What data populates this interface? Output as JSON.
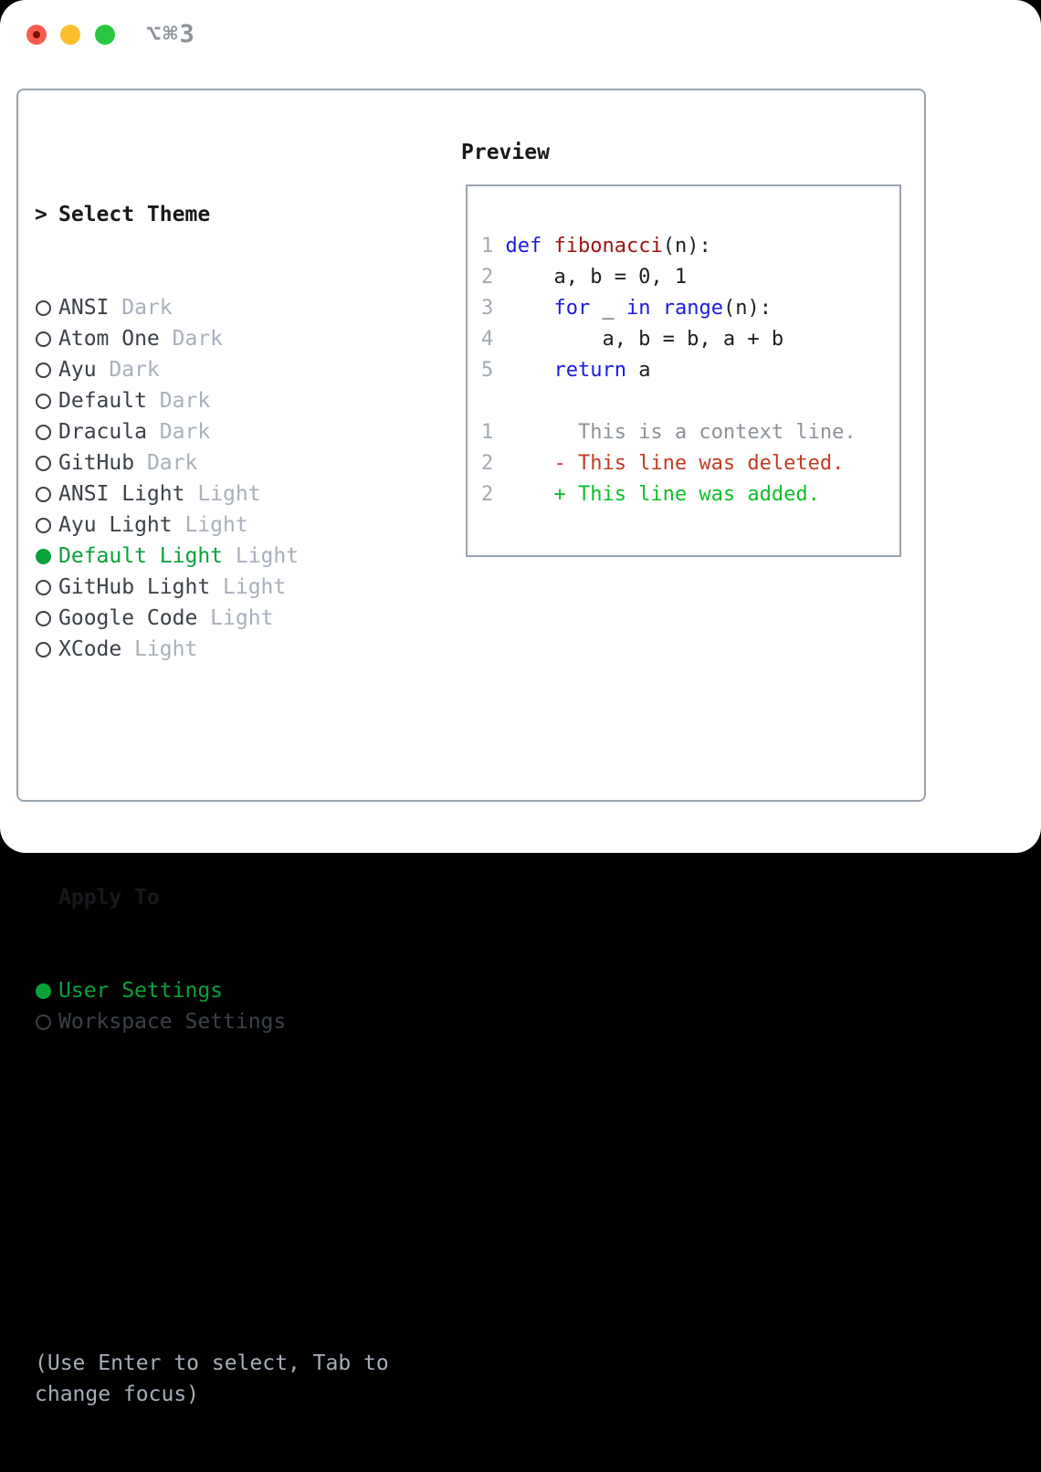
{
  "titlebar": {
    "shortcut_label": "⌥⌘3",
    "traffic_lights": [
      {
        "name": "close-button",
        "color": "#f95b51"
      },
      {
        "name": "minimize-button",
        "color": "#fdbe2e"
      },
      {
        "name": "zoom-button",
        "color": "#2bc63f"
      }
    ]
  },
  "colors": {
    "selection_green": "#09a23b",
    "diff_added_green": "#10be28",
    "diff_deleted_red": "#c23b22",
    "keyword_blue": "#1b1be0",
    "function_dark_red": "#a31414",
    "muted_gray": "#a7b0bb",
    "border_gray": "#99a3ad"
  },
  "theme_menu": {
    "header_prefix": ">",
    "header": "Select Theme",
    "items": [
      {
        "label": "ANSI",
        "variant": "Dark",
        "selected": false
      },
      {
        "label": "Atom One",
        "variant": "Dark",
        "selected": false
      },
      {
        "label": "Ayu",
        "variant": "Dark",
        "selected": false
      },
      {
        "label": "Default",
        "variant": "Dark",
        "selected": false
      },
      {
        "label": "Dracula",
        "variant": "Dark",
        "selected": false
      },
      {
        "label": "GitHub",
        "variant": "Dark",
        "selected": false
      },
      {
        "label": "ANSI Light",
        "variant": "Light",
        "selected": false
      },
      {
        "label": "Ayu Light",
        "variant": "Light",
        "selected": false
      },
      {
        "label": "Default Light",
        "variant": "Light",
        "selected": true
      },
      {
        "label": "GitHub Light",
        "variant": "Light",
        "selected": false
      },
      {
        "label": "Google Code",
        "variant": "Light",
        "selected": false
      },
      {
        "label": "XCode",
        "variant": "Light",
        "selected": false
      }
    ]
  },
  "apply_to": {
    "header": "Apply To",
    "options": [
      {
        "label": "User Settings",
        "selected": true
      },
      {
        "label": "Workspace Settings",
        "selected": false
      }
    ]
  },
  "footer_hint_lines": [
    "(Use Enter to select, Tab to",
    "change focus)"
  ],
  "preview": {
    "title": "Preview",
    "lines": [
      {
        "num": "1",
        "segments": [
          {
            "text": "def",
            "style": "keyword"
          },
          {
            "text": " ",
            "style": "plain"
          },
          {
            "text": "fibonacci",
            "style": "function"
          },
          {
            "text": "(n):",
            "style": "plain"
          }
        ]
      },
      {
        "num": "2",
        "segments": [
          {
            "text": "    a, b = 0, 1",
            "style": "plain"
          }
        ]
      },
      {
        "num": "3",
        "segments": [
          {
            "text": "    ",
            "style": "plain"
          },
          {
            "text": "for",
            "style": "keyword"
          },
          {
            "text": " _ ",
            "style": "plain"
          },
          {
            "text": "in",
            "style": "keyword"
          },
          {
            "text": " ",
            "style": "plain"
          },
          {
            "text": "range",
            "style": "keyword"
          },
          {
            "text": "(n):",
            "style": "plain"
          }
        ]
      },
      {
        "num": "4",
        "segments": [
          {
            "text": "        a, b = b, a + b",
            "style": "plain"
          }
        ]
      },
      {
        "num": "5",
        "segments": [
          {
            "text": "    ",
            "style": "plain"
          },
          {
            "text": "return",
            "style": "keyword"
          },
          {
            "text": " a",
            "style": "plain"
          }
        ]
      },
      {
        "num": "",
        "segments": []
      },
      {
        "num": "1",
        "segments": [
          {
            "text": "      This is a context line.",
            "style": "context"
          }
        ]
      },
      {
        "num": "2",
        "segments": [
          {
            "text": "    - This line was deleted.",
            "style": "deleted"
          }
        ]
      },
      {
        "num": "2",
        "segments": [
          {
            "text": "    + This line was added.",
            "style": "added"
          }
        ]
      }
    ]
  }
}
